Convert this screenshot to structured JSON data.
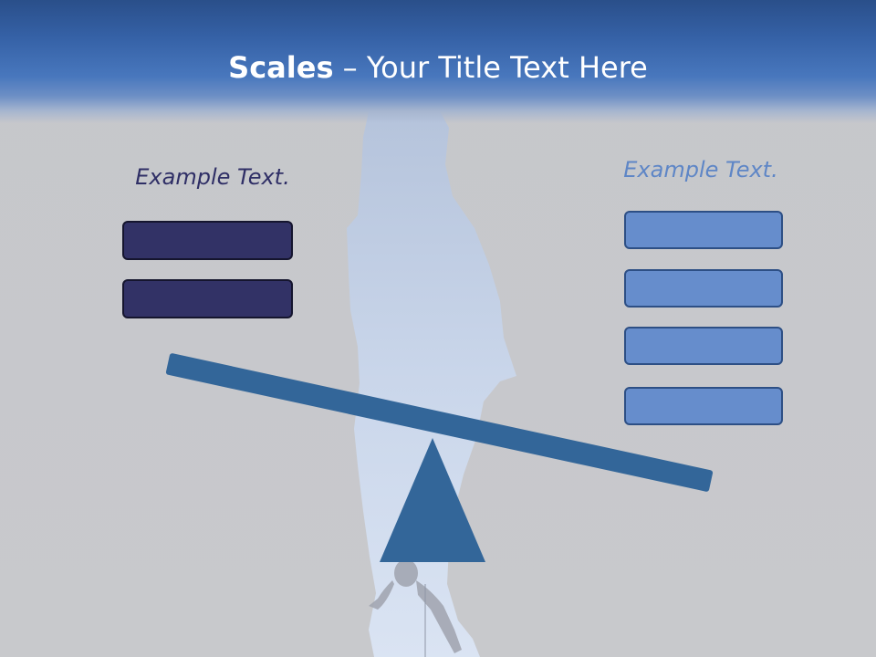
{
  "title": {
    "strong": "Scales",
    "rest": " – Your Title Text Here"
  },
  "left_group": {
    "caption": "Example Text.",
    "box_count": 2,
    "color": "#323266"
  },
  "right_group": {
    "caption": "Example Text.",
    "box_count": 4,
    "color": "#668dcc"
  },
  "colors": {
    "title_bar": "#3561a6",
    "background": "#c8c9cc",
    "beam": "#336699",
    "fulcrum": "#336699"
  },
  "icons": {
    "fulcrum": "triangle-fulcrum-icon",
    "background_art": "rock-climber-silhouette"
  }
}
